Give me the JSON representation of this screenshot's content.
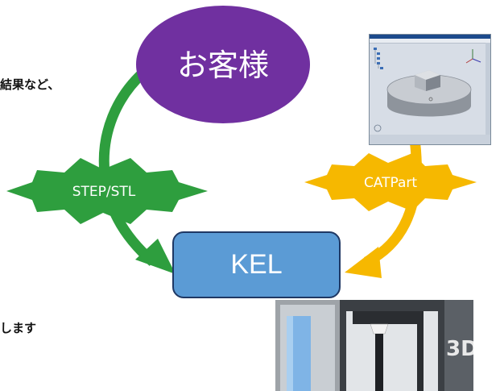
{
  "left_text": {
    "line_top": "結果など、",
    "line_bottom": "します"
  },
  "nodes": {
    "customer": "お客様",
    "kel": "KEL"
  },
  "flows": {
    "left_label": "STEP/STL",
    "right_label": "CATPart"
  },
  "printer": {
    "label": "3D"
  },
  "colors": {
    "customer_purple": "#7030a0",
    "kel_blue": "#5b9bd5",
    "green_arrow": "#2e9e3e",
    "gold_arrow": "#f6b800"
  }
}
